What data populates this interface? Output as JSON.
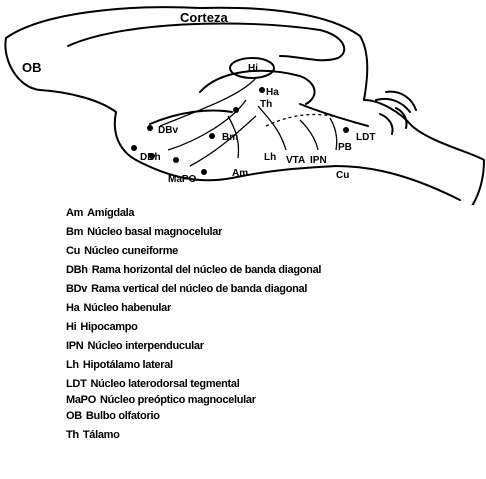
{
  "diagram": {
    "labels": {
      "corteza": "Corteza",
      "ob": "OB",
      "hi": "Hi",
      "ha": "Ha",
      "th": "Th",
      "dbv": "DBv",
      "dbh": "DBh",
      "bm": "Bm",
      "lh": "Lh",
      "vta": "VTA",
      "ipn": "IPN",
      "pb": "PB",
      "ldt": "LDT",
      "cu": "Cu",
      "am": "Am",
      "mapo": "MaPO"
    },
    "line_color": "#000000"
  },
  "legend": [
    {
      "abbr": "Am",
      "text": "Amígdala"
    },
    {
      "abbr": "Bm",
      "text": "Núcleo basal magnocelular"
    },
    {
      "abbr": "Cu",
      "text": "Núcleo cuneiforme"
    },
    {
      "abbr": "DBh",
      "text": "Rama horizontal del núcleo de banda diagonal"
    },
    {
      "abbr": "BDv",
      "text": "Rama vertical del núcleo de banda diagonal"
    },
    {
      "abbr": "Ha",
      "text": "Núcleo habenular"
    },
    {
      "abbr": "Hi",
      "text": "Hipocampo"
    },
    {
      "abbr": "IPN",
      "text": "Núcleo interpenducular"
    },
    {
      "abbr": "Lh",
      "text": "Hipotálamo lateral"
    },
    {
      "abbr": "LDT",
      "text": "Núcleo laterodorsal tegmental"
    },
    {
      "abbr": "MaPO",
      "text": "Núcleo preóptico magnocelular"
    },
    {
      "abbr": "OB",
      "text": "Bulbo olfatorio"
    },
    {
      "abbr": "Th",
      "text": "Tálamo"
    }
  ]
}
